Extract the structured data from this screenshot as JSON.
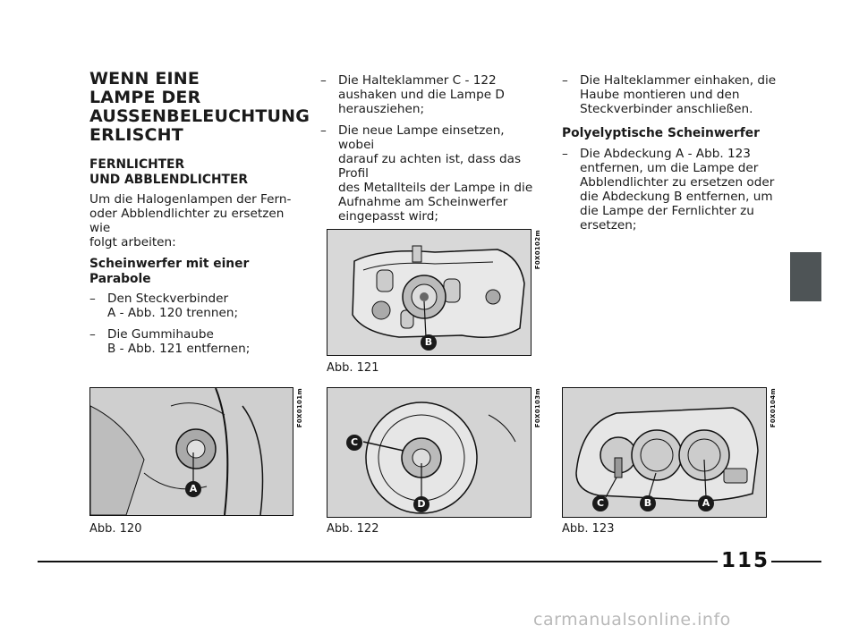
{
  "col1": {
    "title": [
      "WENN EINE",
      "LAMPE DER",
      "AUSSENBELEUCHTUNG",
      "ERLISCHT"
    ],
    "subtitle": [
      "FERNLICHTER",
      "UND ABBLENDLICHTER"
    ],
    "intro": [
      "Um die Halogenlampen der Fern-",
      "oder Abblendlichter zu ersetzen wie",
      "folgt arbeiten:"
    ],
    "section": [
      "Scheinwerfer mit einer",
      "Parabole"
    ],
    "steps": [
      [
        "Den Steckverbinder",
        "A - Abb. 120 trennen;"
      ],
      [
        "Die Gummihaube",
        "B - Abb. 121 entfernen;"
      ]
    ]
  },
  "col2": {
    "steps": [
      [
        "Die Halteklammer C - 122",
        "aushaken und die Lampe D",
        "herausziehen;"
      ],
      [
        "Die neue Lampe einsetzen, wobei",
        "darauf zu achten ist, dass das Profil",
        "des Metallteils der Lampe in die",
        "Aufnahme am Scheinwerfer",
        "eingepasst wird;"
      ]
    ]
  },
  "col3": {
    "steps1": [
      [
        "Die Halteklammer einhaken, die",
        "Haube montieren und den",
        "Steckverbinder anschließen."
      ]
    ],
    "section": "Polyelyptische Scheinwerfer",
    "steps2": [
      [
        "Die Abdeckung A - Abb. 123",
        "entfernen, um die Lampe der",
        "Abblendlichter zu ersetzen oder",
        "die Abdeckung B entfernen, um",
        "die Lampe der Fernlichter zu",
        "ersetzen;"
      ]
    ]
  },
  "figures": {
    "f121": {
      "code": "F0X0102m",
      "caption": "Abb. 121",
      "labels": [
        "B"
      ]
    },
    "f120": {
      "code": "F0X0101m",
      "caption": "Abb. 120",
      "labels": [
        "A"
      ]
    },
    "f122": {
      "code": "F0X0103m",
      "caption": "Abb. 122",
      "labels": [
        "C",
        "D"
      ]
    },
    "f123": {
      "code": "F0X0104m",
      "caption": "Abb. 123",
      "labels": [
        "C",
        "B",
        "A"
      ]
    }
  },
  "page_number": "115",
  "watermark": "carmanualsonline.info",
  "colors": {
    "tab": "#4e5456",
    "figure_bg": "#d8d8d8",
    "label_badge": "#1a1a1a"
  }
}
